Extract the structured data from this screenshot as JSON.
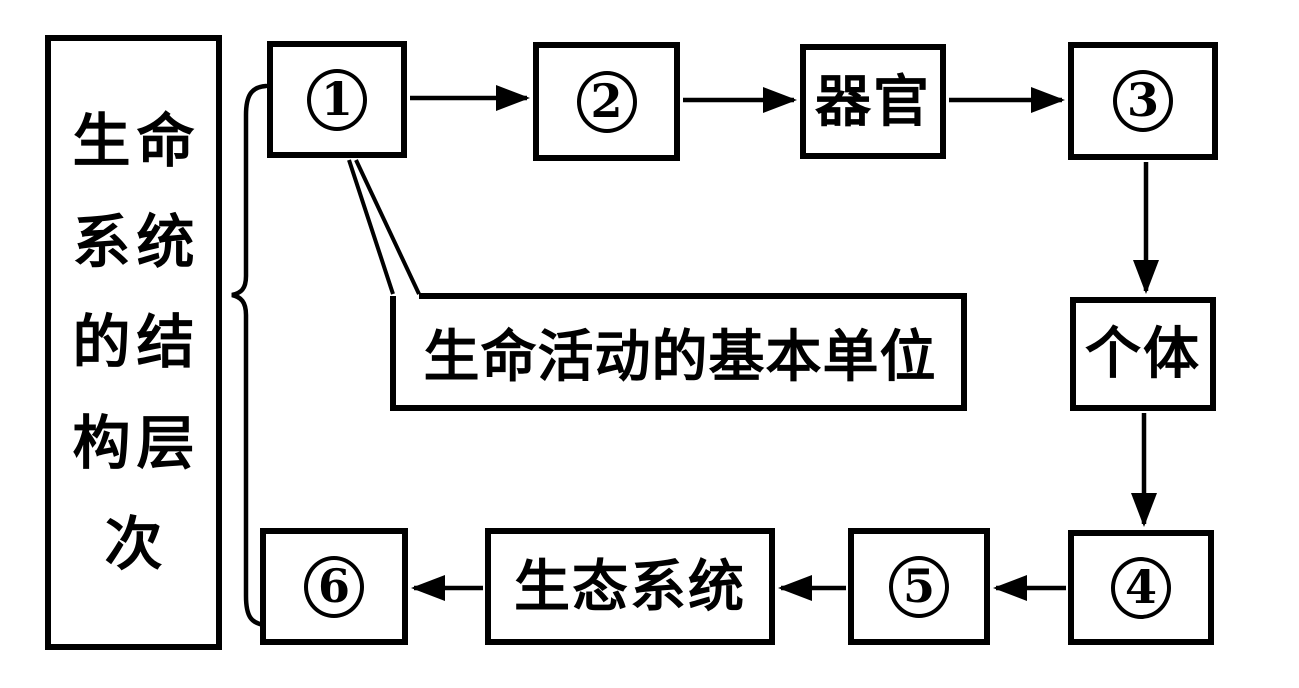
{
  "title": "生命系统的结构层次",
  "sidebar": {
    "lines": [
      "生命",
      "系统",
      "的结",
      "构层",
      "次"
    ]
  },
  "nodes": {
    "n1": {
      "label": "①",
      "digit": "1"
    },
    "n2": {
      "label": "②",
      "digit": "2"
    },
    "organ": {
      "label": "器官"
    },
    "n3": {
      "label": "③",
      "digit": "3"
    },
    "individual": {
      "label": "个体"
    },
    "n4": {
      "label": "④",
      "digit": "4"
    },
    "n5": {
      "label": "⑤",
      "digit": "5"
    },
    "ecosystem": {
      "label": "生态系统"
    },
    "n6": {
      "label": "⑥",
      "digit": "6"
    }
  },
  "callout": {
    "label": "生命活动的基本单位",
    "points_to": "①"
  },
  "edges": [
    {
      "from": "①",
      "to": "②"
    },
    {
      "from": "②",
      "to": "器官"
    },
    {
      "from": "器官",
      "to": "③"
    },
    {
      "from": "③",
      "to": "个体"
    },
    {
      "from": "个体",
      "to": "④"
    },
    {
      "from": "④",
      "to": "⑤"
    },
    {
      "from": "⑤",
      "to": "生态系统"
    },
    {
      "from": "生态系统",
      "to": "⑥"
    }
  ],
  "colors": {
    "ink": "#000000",
    "background": "#ffffff"
  }
}
